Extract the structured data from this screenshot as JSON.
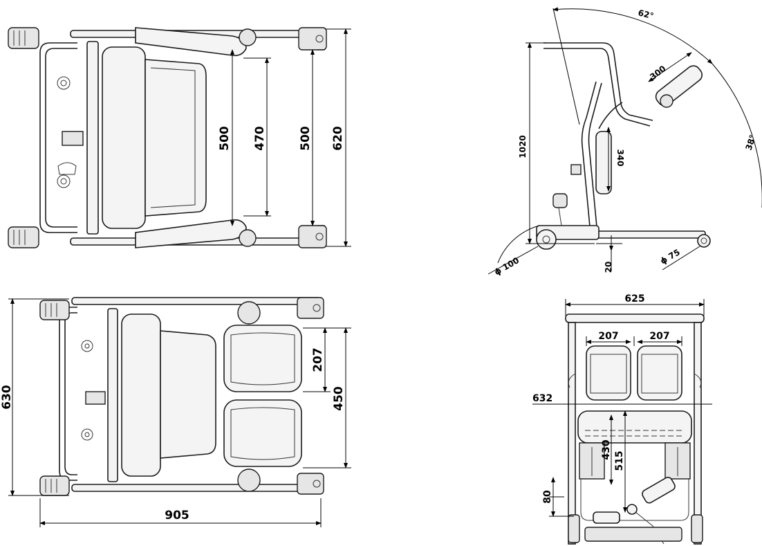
{
  "views": {
    "top_folded": {
      "dims": [
        "500",
        "470",
        "500",
        "620"
      ]
    },
    "top_open": {
      "dims": [
        "207",
        "450",
        "630",
        "905"
      ]
    },
    "side": {
      "dims": [
        "62°",
        "300",
        "38°",
        "1020",
        "340",
        "ϕ 100",
        "20",
        "ϕ 75"
      ]
    },
    "front": {
      "dims": [
        "625",
        "207",
        "207",
        "632",
        "430",
        "515",
        "80"
      ]
    }
  }
}
